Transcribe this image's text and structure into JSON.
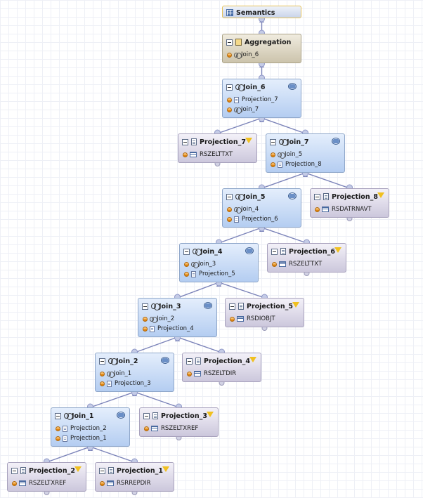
{
  "nodes": [
    {
      "id": "sem",
      "type": "sem",
      "title": "Semantics",
      "rows": []
    },
    {
      "id": "agg",
      "type": "aggr",
      "title": "Aggregation",
      "rows": [
        {
          "kind": "join",
          "label": "Join_6"
        }
      ]
    },
    {
      "id": "j6",
      "type": "join",
      "title": "Join_6",
      "rows": [
        {
          "kind": "proj",
          "label": "Projection_7"
        },
        {
          "kind": "join",
          "label": "Join_7"
        }
      ]
    },
    {
      "id": "p7",
      "type": "proj",
      "title": "Projection_7",
      "rows": [
        {
          "kind": "table",
          "label": "RSZELTTXT"
        }
      ]
    },
    {
      "id": "j7",
      "type": "join",
      "title": "Join_7",
      "rows": [
        {
          "kind": "join",
          "label": "Join_5"
        },
        {
          "kind": "proj",
          "label": "Projection_8"
        }
      ]
    },
    {
      "id": "j5",
      "type": "join",
      "title": "Join_5",
      "rows": [
        {
          "kind": "join",
          "label": "Join_4"
        },
        {
          "kind": "proj",
          "label": "Projection_6"
        }
      ]
    },
    {
      "id": "p8",
      "type": "proj",
      "title": "Projection_8",
      "rows": [
        {
          "kind": "table",
          "label": "RSDATRNAVT"
        }
      ]
    },
    {
      "id": "j4",
      "type": "join",
      "title": "Join_4",
      "rows": [
        {
          "kind": "join",
          "label": "Join_3"
        },
        {
          "kind": "proj",
          "label": "Projection_5"
        }
      ]
    },
    {
      "id": "p6",
      "type": "proj",
      "title": "Projection_6",
      "rows": [
        {
          "kind": "table",
          "label": "RSZELTTXT"
        }
      ]
    },
    {
      "id": "j3",
      "type": "join",
      "title": "Join_3",
      "rows": [
        {
          "kind": "join",
          "label": "Join_2"
        },
        {
          "kind": "proj",
          "label": "Projection_4"
        }
      ]
    },
    {
      "id": "p5",
      "type": "proj",
      "title": "Projection_5",
      "rows": [
        {
          "kind": "table",
          "label": "RSDIOBJT"
        }
      ]
    },
    {
      "id": "j2",
      "type": "join",
      "title": "Join_2",
      "rows": [
        {
          "kind": "join",
          "label": "Join_1"
        },
        {
          "kind": "proj",
          "label": "Projection_3"
        }
      ]
    },
    {
      "id": "p4",
      "type": "proj",
      "title": "Projection_4",
      "rows": [
        {
          "kind": "table",
          "label": "RSZELTDIR"
        }
      ]
    },
    {
      "id": "j1",
      "type": "join",
      "title": "Join_1",
      "rows": [
        {
          "kind": "proj",
          "label": "Projection_2"
        },
        {
          "kind": "proj",
          "label": "Projection_1"
        }
      ]
    },
    {
      "id": "p3",
      "type": "proj",
      "title": "Projection_3",
      "rows": [
        {
          "kind": "table",
          "label": "RSZELTXREF"
        }
      ]
    },
    {
      "id": "p2",
      "type": "proj",
      "title": "Projection_2",
      "rows": [
        {
          "kind": "table",
          "label": "RSZELTXREF"
        }
      ]
    },
    {
      "id": "p1",
      "type": "proj",
      "title": "Projection_1",
      "rows": [
        {
          "kind": "table",
          "label": "RSRREPDIR"
        }
      ]
    }
  ]
}
